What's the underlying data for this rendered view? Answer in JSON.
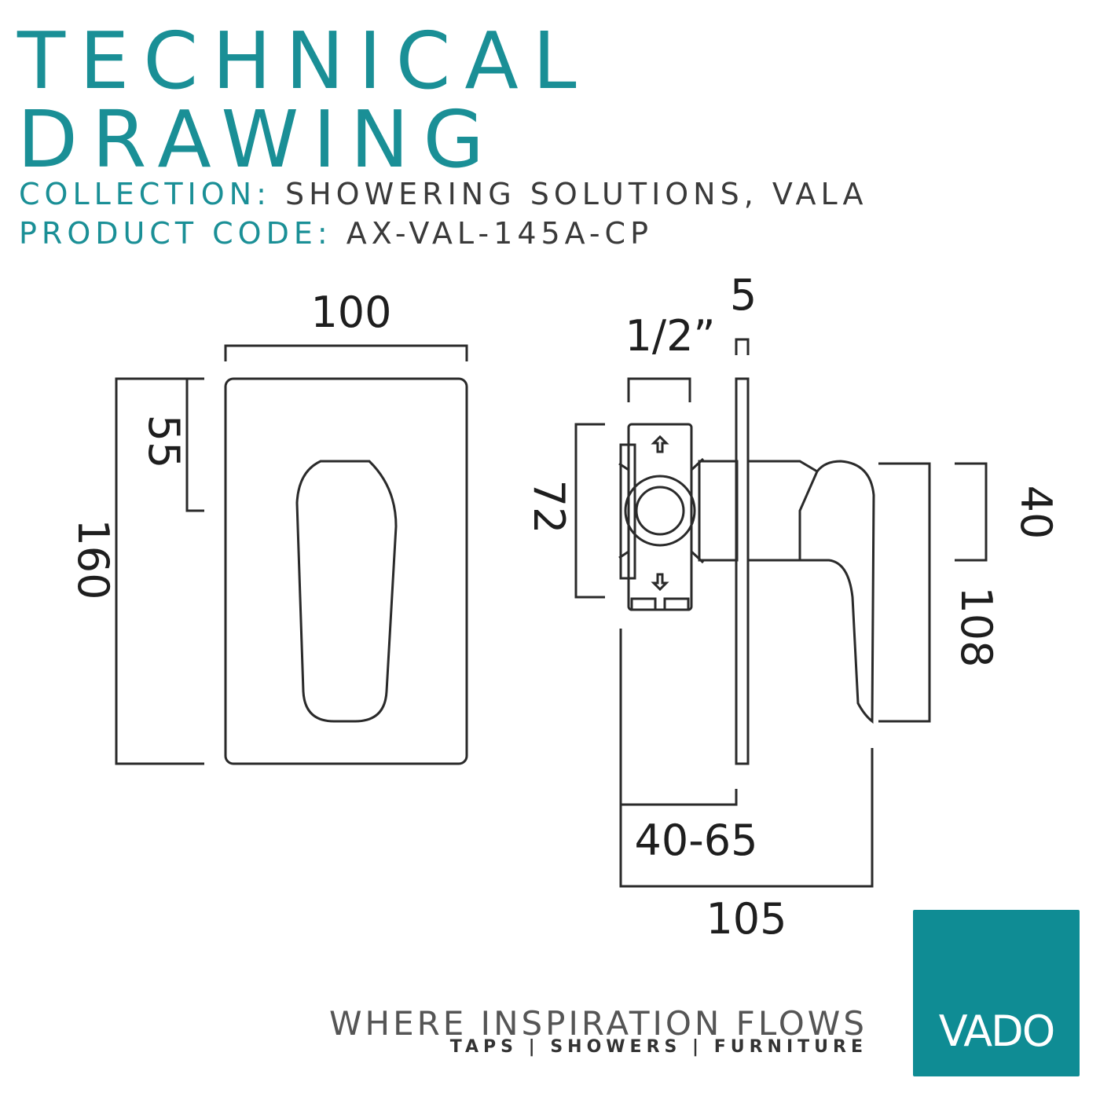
{
  "header": {
    "title_line1": "TECHNICAL",
    "title_line2": "DRAWING",
    "collection_label": "COLLECTION:",
    "collection_value": "SHOWERING SOLUTIONS, VALA",
    "product_code_label": "PRODUCT CODE:",
    "product_code_value": "AX-VAL-145A-CP"
  },
  "dimensions": {
    "width": "100",
    "height": "160",
    "lever_offset": "55",
    "pipe": "1/2”",
    "plate_thickness": "5",
    "body_height": "72",
    "lever_height": "40",
    "lever_length": "108",
    "depth_range": "40-65",
    "total_depth": "105"
  },
  "footer": {
    "tagline": "WHERE INSPIRATION FLOWS",
    "categories": "TAPS | SHOWERS | FURNITURE",
    "logo_text": "VADO"
  },
  "colors": {
    "accent": "#1a8f96",
    "logo_bg": "#0f8c94",
    "line": "#2a2a2a"
  }
}
